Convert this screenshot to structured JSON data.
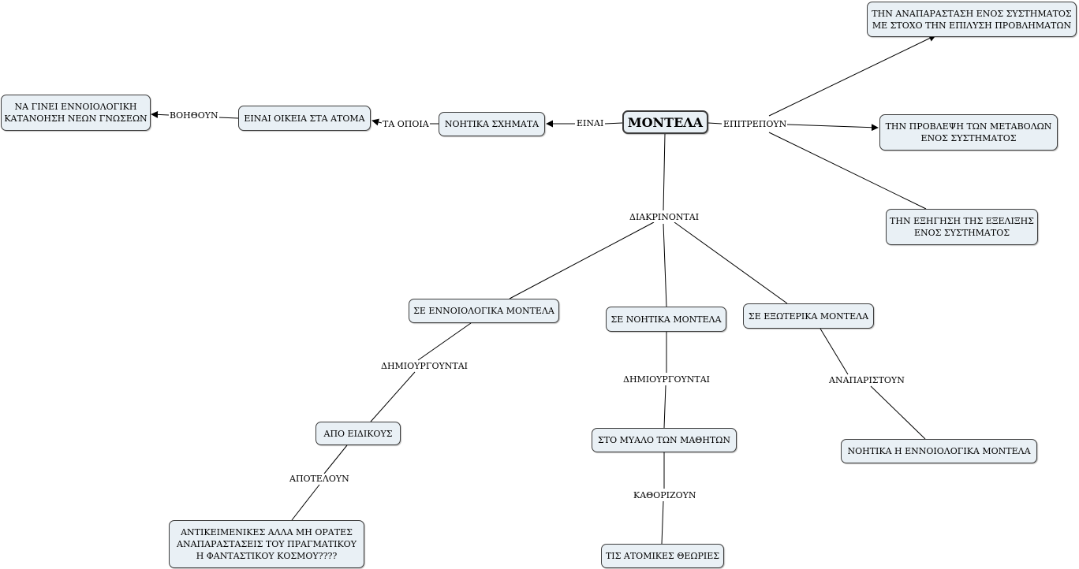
{
  "nodes": {
    "models": "ΜΟΝΤΕΛΑ",
    "mental_schemas": "ΝΟΗΤΙΚΑ ΣΧΗΜΑΤΑ",
    "familiar": "ΕΙΝΑΙ ΟΙΚΕΙΑ ΣΤΑ ΑΤΟΜΑ",
    "understanding": "ΝΑ ΓΙΝΕΙ ΕΝΝΟΙΟΛΟΓΙΚΗ\nΚΑΤΑΝΟΗΣΗ ΝΕΩΝ ΓΝΩΣΕΩΝ",
    "representation": "ΤΗΝ ΑΝΑΠΑΡΑΣΤΑΣΗ ΕΝΟΣ ΣΥΣΤΗΜΑΤΟΣ\nΜΕ ΣΤΟΧΟ ΤΗΝ ΕΠΙΛΥΣΗ ΠΡΟΒΛΗΜΑΤΩΝ",
    "prediction": "ΤΗΝ ΠΡΟΒΛΕΨΗ ΤΩΝ ΜΕΤΑΒΟΛΩΝ\nΕΝΟΣ ΣΥΣΤΗΜΑΤΟΣ",
    "explanation": "ΤΗΝ ΕΞΗΓΗΣΗ ΤΗΣ ΕΞΕΛΙΞΗΣ\nΕΝΟΣ ΣΥΣΤΗΜΑΤΟΣ",
    "conceptual": "ΣΕ ΕΝΝΟΙΟΛΟΓΙΚΑ ΜΟΝΤΕΛΑ",
    "mental": "ΣΕ ΝΟΗΤΙΚΑ ΜΟΝΤΕΛΑ",
    "external": "ΣΕ ΕΞΩΤΕΡΙΚΑ ΜΟΝΤΕΛΑ",
    "experts": "ΑΠΟ ΕΙΔΙΚΟΥΣ",
    "students_mind": "ΣΤΟ ΜΥΑΛΟ ΤΩΝ ΜΑΘΗΤΩΝ",
    "mental_or_conceptual": "ΝΟΗΤΙΚΑ Η ΕΝΝΟΙΟΛΟΓΙΚΑ ΜΟΝΤΕΛΑ",
    "objective": "ΑΝΤΙΚΕΙΜΕΝΙΚΕΣ ΑΛΛΑ ΜΗ ΟΡΑΤΕΣ\nΑΝΑΠΑΡΑΣΤΑΣΕΙΣ ΤΟΥ ΠΡΑΓΜΑΤΙΚΟΥ\nΗ ΦΑΝΤΑΣΤΙΚΟΥ ΚΟΣΜΟΥ????",
    "individual_theories": "ΤΙΣ ΑΤΟΜΙΚΕΣ ΘΕΩΡΙΕΣ"
  },
  "links": {
    "are": "ΕΙΝΑΙ",
    "which": "ΤΑ ΟΠΟΙΑ",
    "help": "ΒΟΗΘΟΥΝ",
    "allow": "ΕΠΙΤΡΕΠΟΥΝ",
    "distinguished": "ΔΙΑΚΡΙΝΟΝΤΑΙ",
    "created_1": "ΔΗΜΙΟΥΡΓΟΥΝΤΑΙ",
    "created_2": "ΔΗΜΙΟΥΡΓΟΥΝΤΑΙ",
    "represent": "ΑΝΑΠΑΡΙΣΤΟΥΝ",
    "constitute": "ΑΠΟΤΕΛΟΥΝ",
    "determine": "ΚΑΘΟΡΙΖΟΥΝ"
  },
  "colors": {
    "node_fill": "#e9f0f5",
    "border": "#3c3c3c",
    "line": "#000000"
  }
}
